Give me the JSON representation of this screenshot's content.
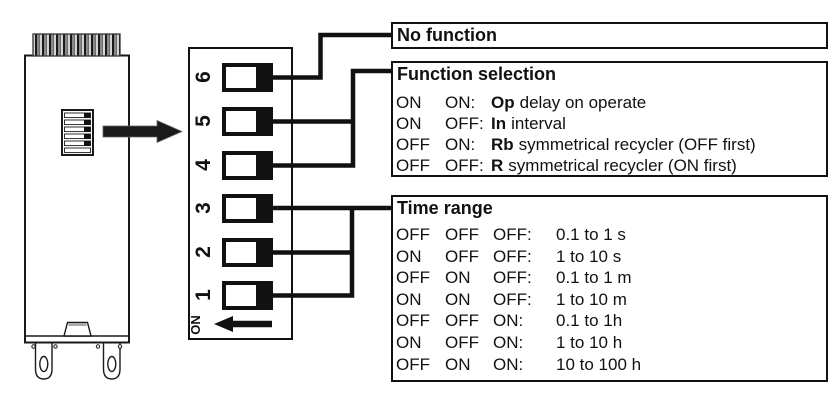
{
  "dip_panel": {
    "on_label": "ON",
    "switch_numbers": [
      "6",
      "5",
      "4",
      "3",
      "2",
      "1"
    ]
  },
  "boxes": {
    "no_function": {
      "title": "No function"
    },
    "function_selection": {
      "title": "Function selection",
      "rows": [
        {
          "c1": "ON",
          "c2": "ON:",
          "code": "Op",
          "desc": "delay on operate"
        },
        {
          "c1": "ON",
          "c2": "OFF:",
          "code": "In",
          "desc": "interval"
        },
        {
          "c1": "OFF",
          "c2": "ON:",
          "code": "Rb",
          "desc": "symmetrical recycler (OFF first)"
        },
        {
          "c1": "OFF",
          "c2": "OFF:",
          "code": "R",
          "desc": "symmetrical recycler (ON first)"
        }
      ]
    },
    "time_range": {
      "title": "Time range",
      "rows": [
        {
          "c1": "OFF",
          "c2": "OFF",
          "c3": "OFF:",
          "value": "0.1 to 1 s"
        },
        {
          "c1": "ON",
          "c2": "OFF",
          "c3": "OFF:",
          "value": "1 to 10 s"
        },
        {
          "c1": "OFF",
          "c2": "ON",
          "c3": "OFF:",
          "value": "0.1 to 1 m"
        },
        {
          "c1": "ON",
          "c2": "ON",
          "c3": "OFF:",
          "value": "1 to 10 m"
        },
        {
          "c1": "OFF",
          "c2": "OFF",
          "c3": "ON:",
          "value": "0.1 to 1h"
        },
        {
          "c1": "ON",
          "c2": "OFF",
          "c3": "ON:",
          "value": "1 to 10 h"
        },
        {
          "c1": "OFF",
          "c2": "ON",
          "c3": "ON:",
          "value": "10 to 100 h"
        }
      ]
    }
  }
}
